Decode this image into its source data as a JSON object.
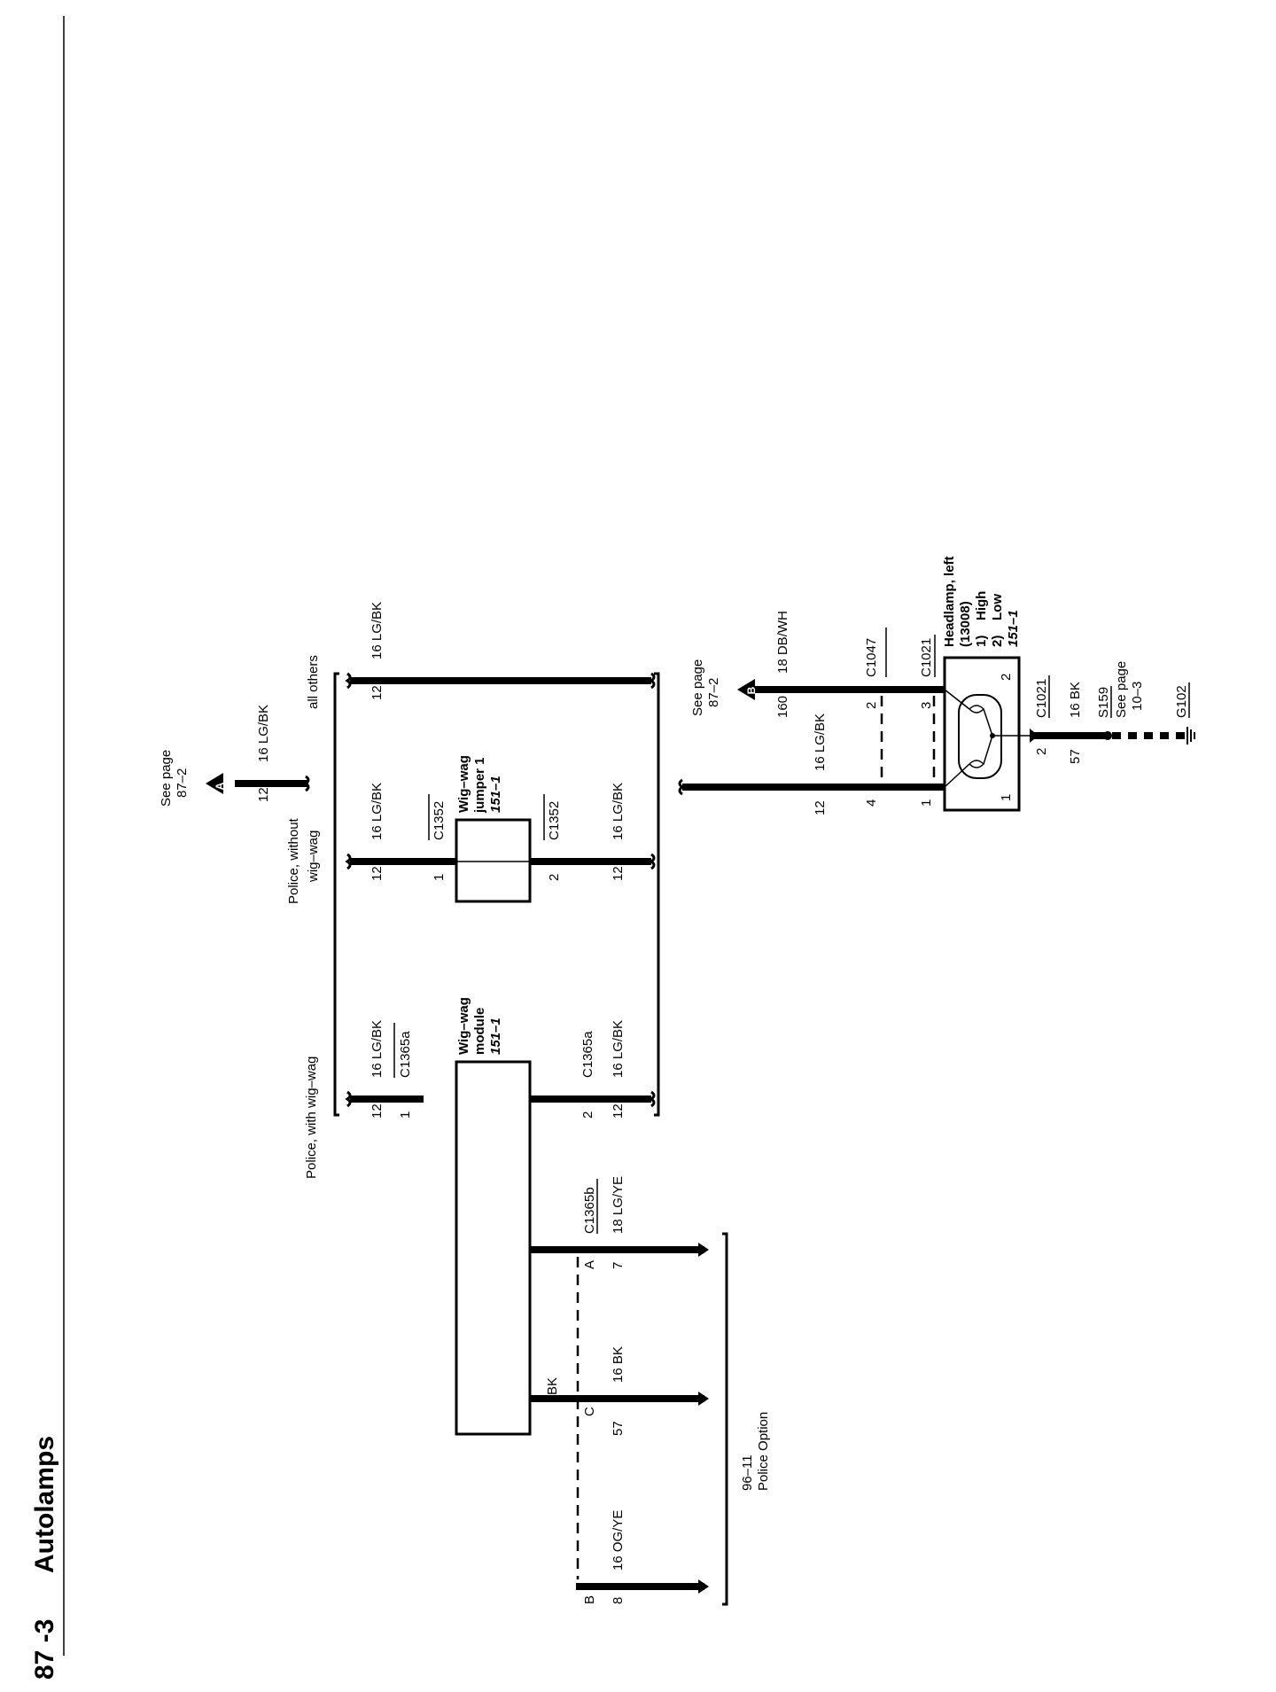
{
  "header": {
    "page_number": "87 -3",
    "title": "Autolamps"
  },
  "refs": {
    "see_page": "See page",
    "page_87_2": "87–2",
    "page_10_3": "10–3",
    "page_96_11": "96–11",
    "police_option": "Police Option",
    "tag_a": "A",
    "tag_b": "B"
  },
  "branches": {
    "with_wigwag": "Police, with wig–wag",
    "without_wigwag_1": "Police, without",
    "without_wigwag_2": "wig–wag",
    "all_others": "all others"
  },
  "components": {
    "wigwag_module": {
      "line1": "Wig–wag",
      "line2": "module",
      "ref": "151–1"
    },
    "wigwag_jumper": {
      "line1": "Wig–wag",
      "line2": "jumper 1",
      "ref": "151–1"
    },
    "headlamp": {
      "line1": "Headlamp, left",
      "line2": "(13008)",
      "pin1": "1)",
      "pin1_label": "High",
      "pin2": "2)",
      "pin2_label": "Low",
      "ref": "151–1"
    }
  },
  "connectors": {
    "c1365a": "C1365a",
    "c1365b": "C1365b",
    "c1352": "C1352",
    "c1047": "C1047",
    "c1021": "C1021",
    "s159": "S159",
    "g102": "G102"
  },
  "wires": {
    "lgbk": "16 LG/BK",
    "dbwh": "18 DB/WH",
    "lgye": "18 LG/YE",
    "bk16": "16 BK",
    "ogye": "16 OG/YE",
    "bk": "BK"
  },
  "circuits": {
    "c12": "12",
    "c160": "160",
    "c57": "57",
    "c7": "7",
    "c8": "8"
  },
  "pins": {
    "p1": "1",
    "p2": "2",
    "p3": "3",
    "p4": "4",
    "pa": "A",
    "pb": "B",
    "pc": "C"
  }
}
